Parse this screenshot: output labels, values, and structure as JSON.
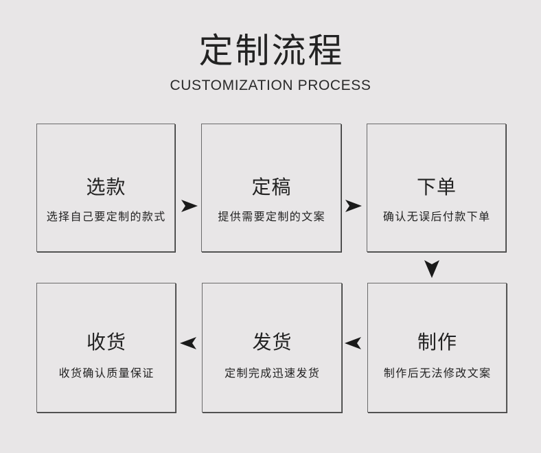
{
  "title": "定制流程",
  "subtitle": "CUSTOMIZATION PROCESS",
  "colors": {
    "background": "#e8e6e7",
    "text": "#222222",
    "border": "#6a6a6a",
    "arrow": "#1a1a1a"
  },
  "steps": [
    {
      "title": "选款",
      "desc": "选择自己要定制的款式"
    },
    {
      "title": "定稿",
      "desc": "提供需要定制的文案"
    },
    {
      "title": "下单",
      "desc": "确认无误后付款下单"
    },
    {
      "title": "制作",
      "desc": "制作后无法修改文案"
    },
    {
      "title": "发货",
      "desc": "定制完成迅速发货"
    },
    {
      "title": "收货",
      "desc": "收货确认质量保证"
    }
  ],
  "connectors": [
    {
      "icon": "arrow-right-icon"
    },
    {
      "icon": "arrow-right-icon"
    },
    {
      "icon": "arrow-down-icon"
    },
    {
      "icon": "arrow-left-icon"
    },
    {
      "icon": "arrow-left-icon"
    }
  ]
}
